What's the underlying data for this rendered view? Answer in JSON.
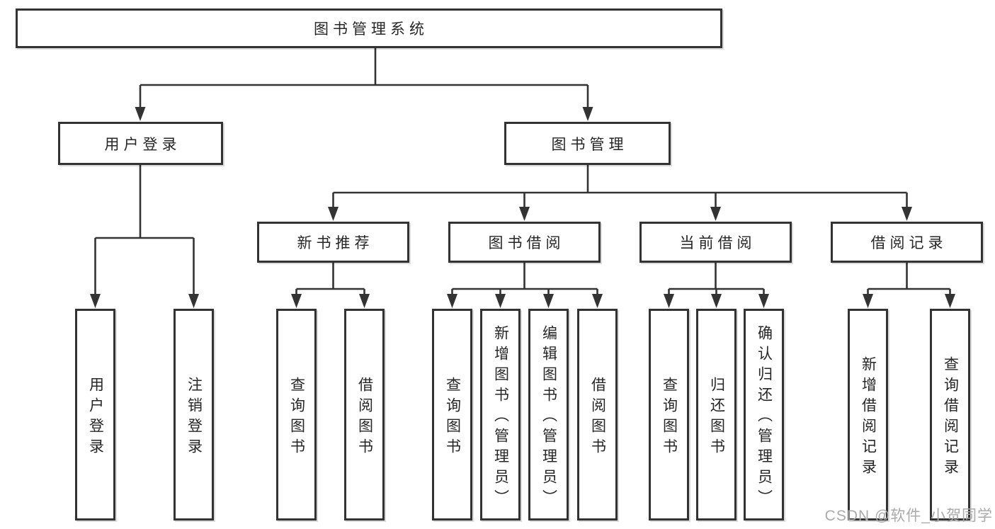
{
  "diagram_title": "图书管理系统",
  "watermark": "CSDN @软件_小贺同学",
  "colors": {
    "line": "#333333",
    "box_border": "#333333",
    "box_background": "#ffffff",
    "text": "#262626",
    "watermark_text": "#aaaaaa"
  },
  "nodes": {
    "root": "图书管理系统",
    "user_login": "用户登录",
    "book_mgmt": "图书管理",
    "new_book_rec": "新书推荐",
    "book_borrow": "图书借阅",
    "current_borrow": "当前借阅",
    "borrow_record": "借阅记录",
    "leaf_user_login": "用户登录",
    "leaf_logout": "注销登录",
    "leaf_rec_query_book": "查询图书",
    "leaf_rec_borrow_book": "借阅图书",
    "leaf_bor_query_book": "查询图书",
    "leaf_bor_add_book": "新增图书（管理员）",
    "leaf_bor_edit_book": "编辑图书（管理员）",
    "leaf_bor_borrow_book": "借阅图书",
    "leaf_cur_query_book": "查询图书",
    "leaf_cur_return_book": "归还图书",
    "leaf_cur_confirm_return": "确认归还（管理员）",
    "leaf_record_add": "新增借阅记录",
    "leaf_record_query": "查询借阅记录"
  }
}
